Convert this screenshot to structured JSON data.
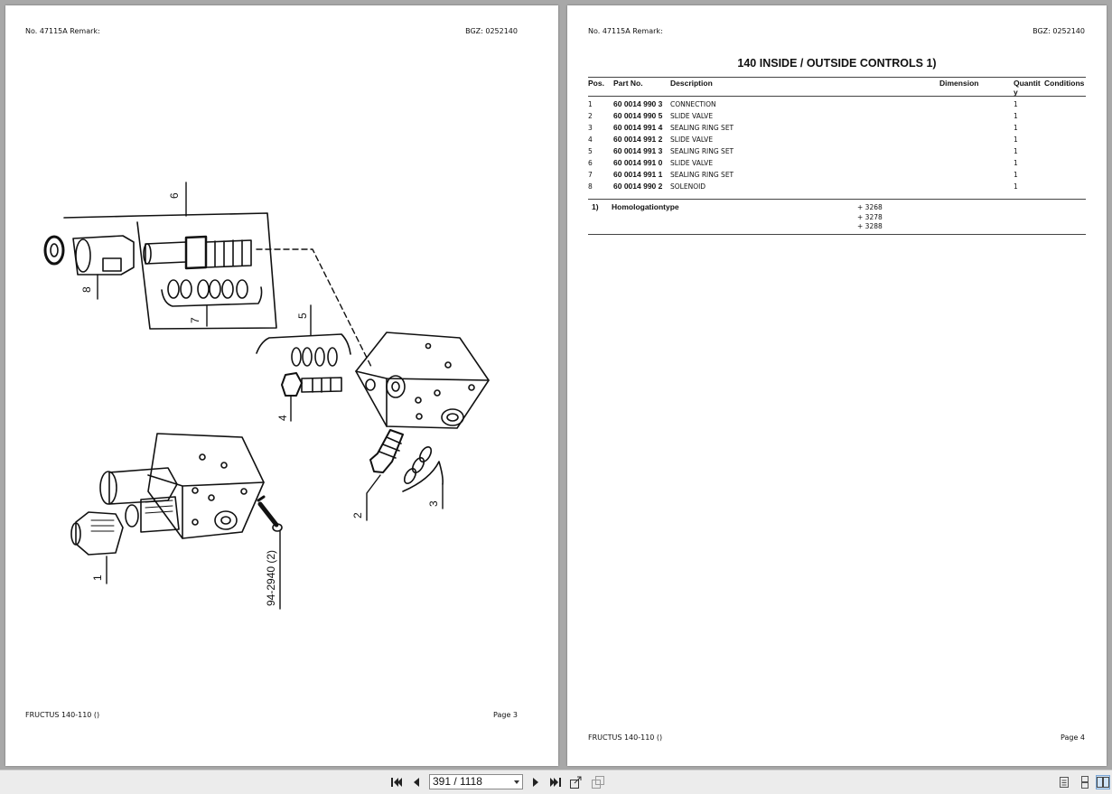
{
  "left_page": {
    "header_left": "No. 47115A   Remark:",
    "header_right": "BGZ: 0252140",
    "footer_left": "FRUCTUS 140-110 ()",
    "footer_right": "Page 3",
    "callouts": [
      "6",
      "8",
      "7",
      "5",
      "4",
      "2",
      "3",
      "1",
      "94-2940 (2)"
    ]
  },
  "right_page": {
    "header_left": "No. 47115A   Remark:",
    "header_right": "BGZ: 0252140",
    "title": "140 INSIDE / OUTSIDE CONTROLS  1)",
    "columns": [
      "Pos.",
      "Part No.",
      "Description",
      "Dimension",
      "Quantity",
      "Conditions"
    ],
    "rows": [
      {
        "pos": "1",
        "part_no": "60 0014 990 3",
        "description": "CONNECTION",
        "dimension": "",
        "qty": "1",
        "conditions": ""
      },
      {
        "pos": "2",
        "part_no": "60 0014 990 5",
        "description": "SLIDE VALVE",
        "dimension": "",
        "qty": "1",
        "conditions": ""
      },
      {
        "pos": "3",
        "part_no": "60 0014 991 4",
        "description": "SEALING RING SET",
        "dimension": "",
        "qty": "1",
        "conditions": ""
      },
      {
        "pos": "4",
        "part_no": "60 0014 991 2",
        "description": "SLIDE VALVE",
        "dimension": "",
        "qty": "1",
        "conditions": ""
      },
      {
        "pos": "5",
        "part_no": "60 0014 991 3",
        "description": "SEALING RING SET",
        "dimension": "",
        "qty": "1",
        "conditions": ""
      },
      {
        "pos": "6",
        "part_no": "60 0014 991 0",
        "description": "SLIDE VALVE",
        "dimension": "",
        "qty": "1",
        "conditions": ""
      },
      {
        "pos": "7",
        "part_no": "60 0014 991 1",
        "description": "SEALING RING SET",
        "dimension": "",
        "qty": "1",
        "conditions": ""
      },
      {
        "pos": "8",
        "part_no": "60 0014 990 2",
        "description": "SOLENOID",
        "dimension": "",
        "qty": "1",
        "conditions": ""
      }
    ],
    "note_number": "1)",
    "note_label": "Homologationtype",
    "note_values": [
      "+ 3268",
      "+ 3278",
      "+ 3288"
    ],
    "footer_left": "FRUCTUS 140-110 ()",
    "footer_right": "Page 4"
  },
  "toolbar": {
    "page_indicator": "391 / 1118",
    "icons": [
      "first-page-icon",
      "prev-page-icon",
      "next-page-icon",
      "last-page-icon",
      "export-icon",
      "import-icon",
      "single-page-view-icon",
      "continuous-view-icon",
      "two-page-view-icon"
    ]
  }
}
